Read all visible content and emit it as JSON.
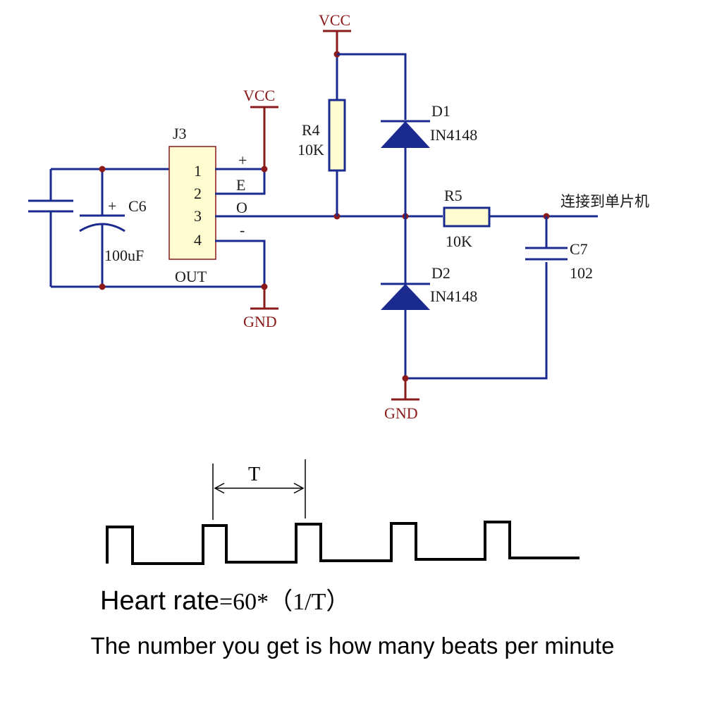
{
  "schematic": {
    "vcc_top": "VCC",
    "vcc_left": "VCC",
    "gnd_left": "GND",
    "gnd_right": "GND",
    "connector": {
      "ref": "J3",
      "pins": [
        "1",
        "2",
        "3",
        "4"
      ],
      "signals": [
        "+",
        "E",
        "O",
        "-"
      ],
      "footer": "OUT"
    },
    "c6": {
      "ref": "C6",
      "polarity": "+",
      "value": "100uF"
    },
    "r4": {
      "ref": "R4",
      "value": "10K"
    },
    "d1": {
      "ref": "D1",
      "value": "IN4148"
    },
    "d2": {
      "ref": "D2",
      "value": "IN4148"
    },
    "r5": {
      "ref": "R5",
      "value": "10K"
    },
    "c7": {
      "ref": "C7",
      "value": "102"
    },
    "mcu_label": "连接到单片机",
    "colors": {
      "wire": "#1b2a8f",
      "power": "#8b1a1a",
      "component_fill": "#fffdd0"
    }
  },
  "waveform": {
    "period_label": "T",
    "formula_lead": "Heart rate",
    "formula_expr": "=60*（1/T）",
    "caption": "The number you get is how many beats per minute"
  }
}
